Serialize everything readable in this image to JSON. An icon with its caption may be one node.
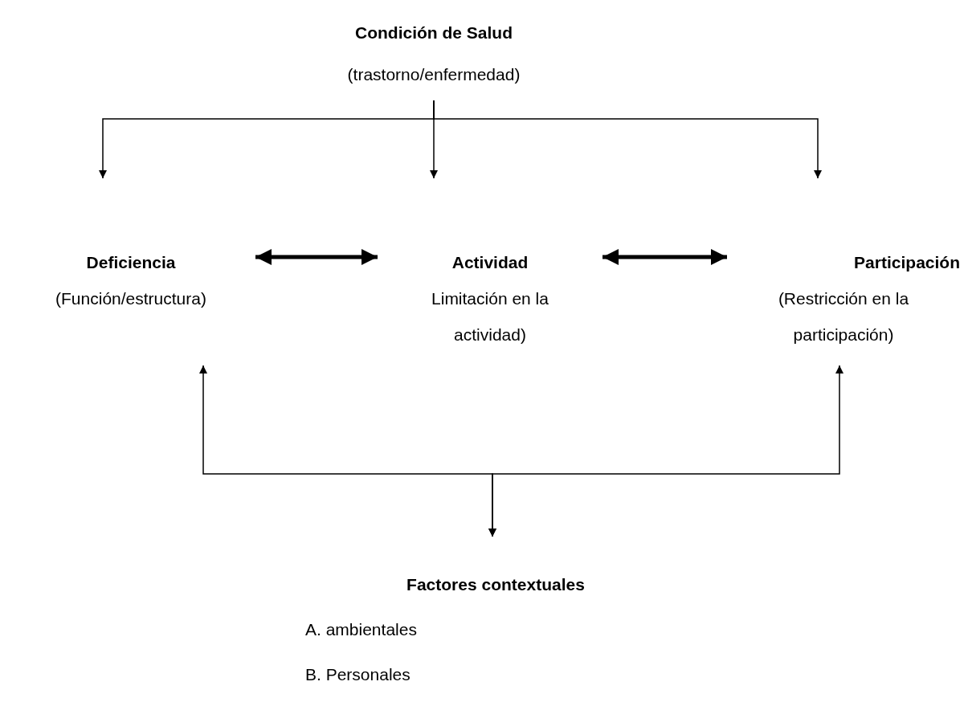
{
  "diagram": {
    "nodes": [
      {
        "text": [
          "Condición de Salud",
          "(trastorno/enfermedad)"
        ]
      },
      {
        "text": [
          "Deficiencia",
          "(Función/estructura)"
        ]
      },
      {
        "text": [
          "Actividad",
          "Limitación en la actividad)"
        ]
      },
      {
        "text": [
          "Participación",
          "(Restricción en la participación)"
        ]
      },
      {
        "text": [
          "Factores contextuales",
          "A. ambientales",
          "B. Personales"
        ]
      }
    ],
    "edges": [
      {
        "from": 0,
        "to": 1,
        "arrow": "to"
      },
      {
        "from": 0,
        "to": 2,
        "arrow": "to"
      },
      {
        "from": 0,
        "to": 3,
        "arrow": "to"
      },
      {
        "from": 1,
        "to": 2,
        "arrow": "both",
        "style": "thick"
      },
      {
        "from": 2,
        "to": 3,
        "arrow": "both",
        "style": "thick"
      },
      {
        "from": 4,
        "to": 1,
        "arrow": "both"
      },
      {
        "from": 4,
        "to": 3,
        "arrow": "both"
      }
    ]
  }
}
